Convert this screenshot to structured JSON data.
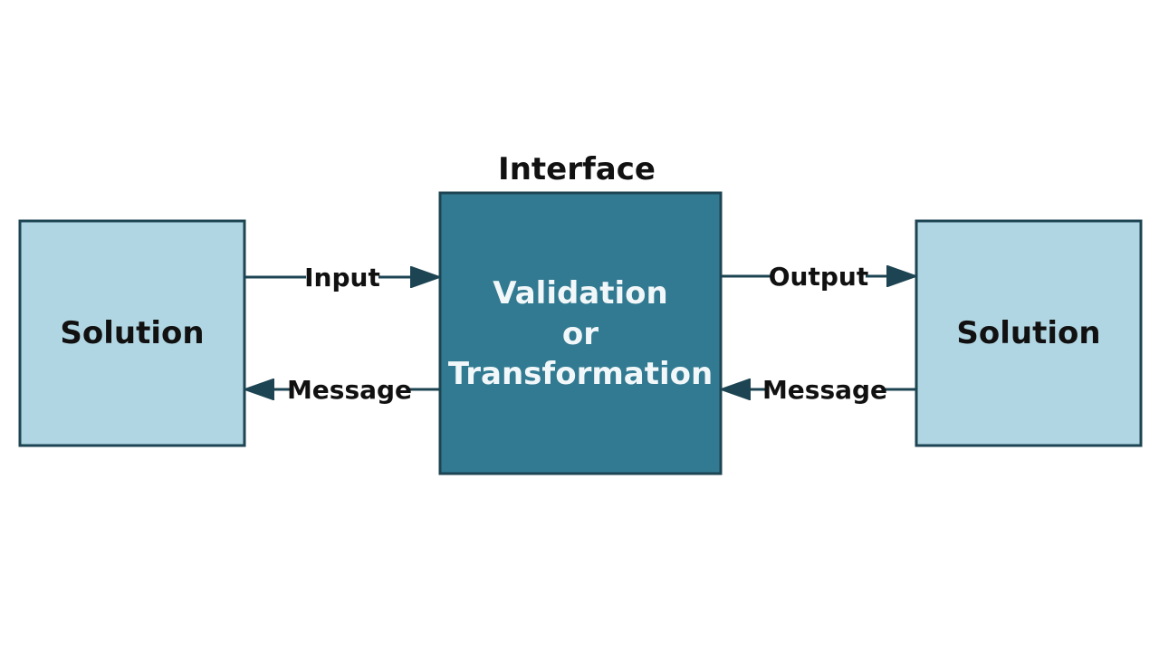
{
  "interface_label": "Interface",
  "left_box": {
    "label": "Solution"
  },
  "right_box": {
    "label": "Solution"
  },
  "center_box": {
    "lines": [
      "Validation",
      "or",
      "Transformation"
    ]
  },
  "edges": {
    "left_input": "Input",
    "left_message": "Message",
    "right_output": "Output",
    "right_message": "Message"
  },
  "colors": {
    "solution_fill": "#b1d6e3",
    "center_fill": "#317a91",
    "stroke": "#1d4452",
    "text_dark": "#111111",
    "text_light": "#f2f7f9"
  }
}
